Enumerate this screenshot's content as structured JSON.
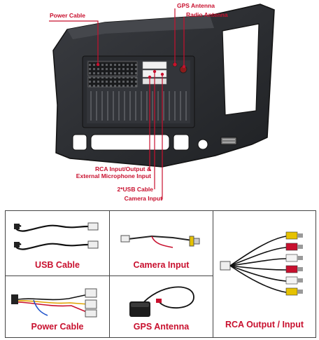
{
  "callouts": {
    "power_cable": "Power Cable",
    "gps_antenna": "GPS Antenna",
    "radio_antenna": "Radio Antenna",
    "rca_line1": "RCA Input/Output &",
    "rca_line2": "External Microphone Input",
    "usb_cable": "2*USB Cable",
    "camera_input": "Camera Input"
  },
  "accessories": {
    "usb": "USB Cable",
    "camera": "Camera Input",
    "power": "Power Cable",
    "gps": "GPS Antenna",
    "rca": "RCA Output / Input"
  },
  "colors": {
    "accent": "#c8102e",
    "bezel": "#2b2d31",
    "border": "#444444"
  }
}
